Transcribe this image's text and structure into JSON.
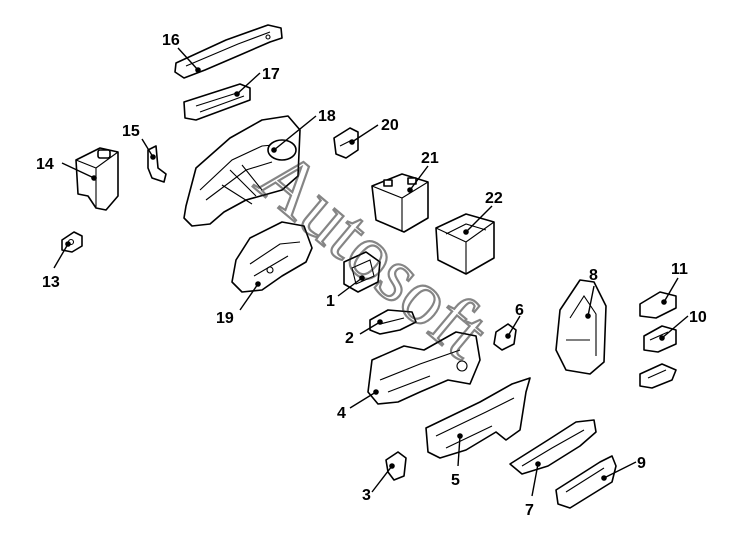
{
  "diagram": {
    "colors": {
      "line": "#000000",
      "fill": "#ffffff",
      "watermark": "#222222"
    },
    "watermark_text": "Autosoft",
    "callouts": [
      {
        "id": "c1",
        "label": "1"
      },
      {
        "id": "c2",
        "label": "2"
      },
      {
        "id": "c3",
        "label": "3"
      },
      {
        "id": "c4",
        "label": "4"
      },
      {
        "id": "c5",
        "label": "5"
      },
      {
        "id": "c6",
        "label": "6"
      },
      {
        "id": "c7",
        "label": "7"
      },
      {
        "id": "c8",
        "label": "8"
      },
      {
        "id": "c9",
        "label": "9"
      },
      {
        "id": "c10",
        "label": "10"
      },
      {
        "id": "c11",
        "label": "11"
      },
      {
        "id": "c13",
        "label": "13"
      },
      {
        "id": "c14",
        "label": "14"
      },
      {
        "id": "c15",
        "label": "15"
      },
      {
        "id": "c16",
        "label": "16"
      },
      {
        "id": "c17",
        "label": "17"
      },
      {
        "id": "c18",
        "label": "18"
      },
      {
        "id": "c19",
        "label": "19"
      },
      {
        "id": "c20",
        "label": "20"
      },
      {
        "id": "c21",
        "label": "21"
      },
      {
        "id": "c22",
        "label": "22"
      }
    ]
  }
}
